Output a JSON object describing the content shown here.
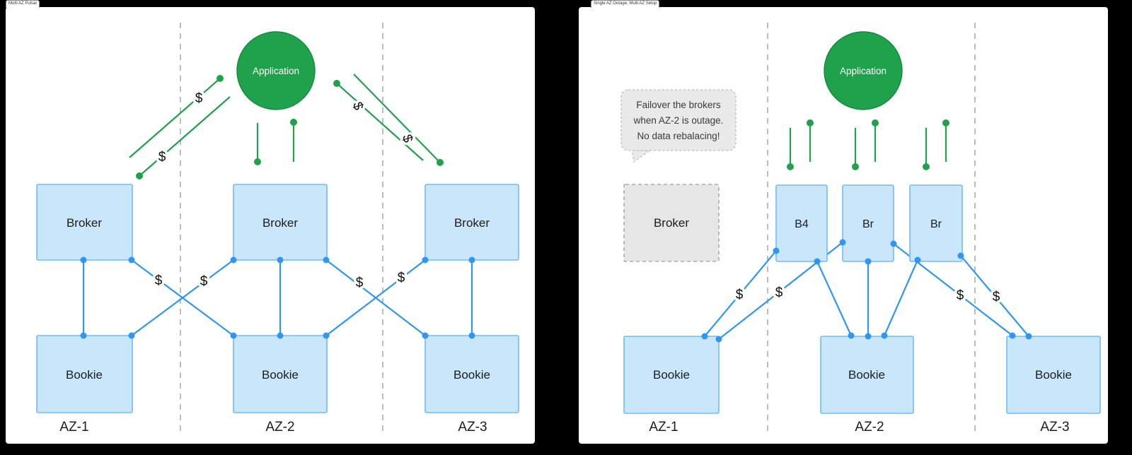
{
  "dollar": "$",
  "colors": {
    "page": "#000000",
    "panel": "#FFFFFF",
    "green": "#1FA24B",
    "blue": "#2E96F5",
    "boxfill": "#CAE6FA",
    "boxborder": "#70BAF7",
    "grayfill": "#E6E6E6",
    "grayborder": "#ABABAB",
    "divider": "#ABABAB",
    "ink": "#1C1C1C"
  },
  "left_panel": {
    "tab": "Multi AZ Pulsar",
    "application_label": "Application",
    "brokers": [
      "Broker",
      "Broker",
      "Broker"
    ],
    "bookies": [
      "Bookie",
      "Bookie",
      "Bookie"
    ],
    "zones": [
      "AZ-1",
      "AZ-2",
      "AZ-3"
    ]
  },
  "right_panel": {
    "tab": "Single AZ Outage, Multi AZ Setup",
    "application_label": "Application",
    "callout_line1": "Failover the brokers",
    "callout_line2": "when AZ-2 is outage.",
    "callout_line3": "No data rebalacing!",
    "failed_broker_label": "Broker",
    "brokers": [
      "B4",
      "Br",
      "Br"
    ],
    "bookies": [
      "Bookie",
      "Bookie",
      "Bookie"
    ],
    "zones": [
      "AZ-1",
      "AZ-2",
      "AZ-3"
    ]
  }
}
